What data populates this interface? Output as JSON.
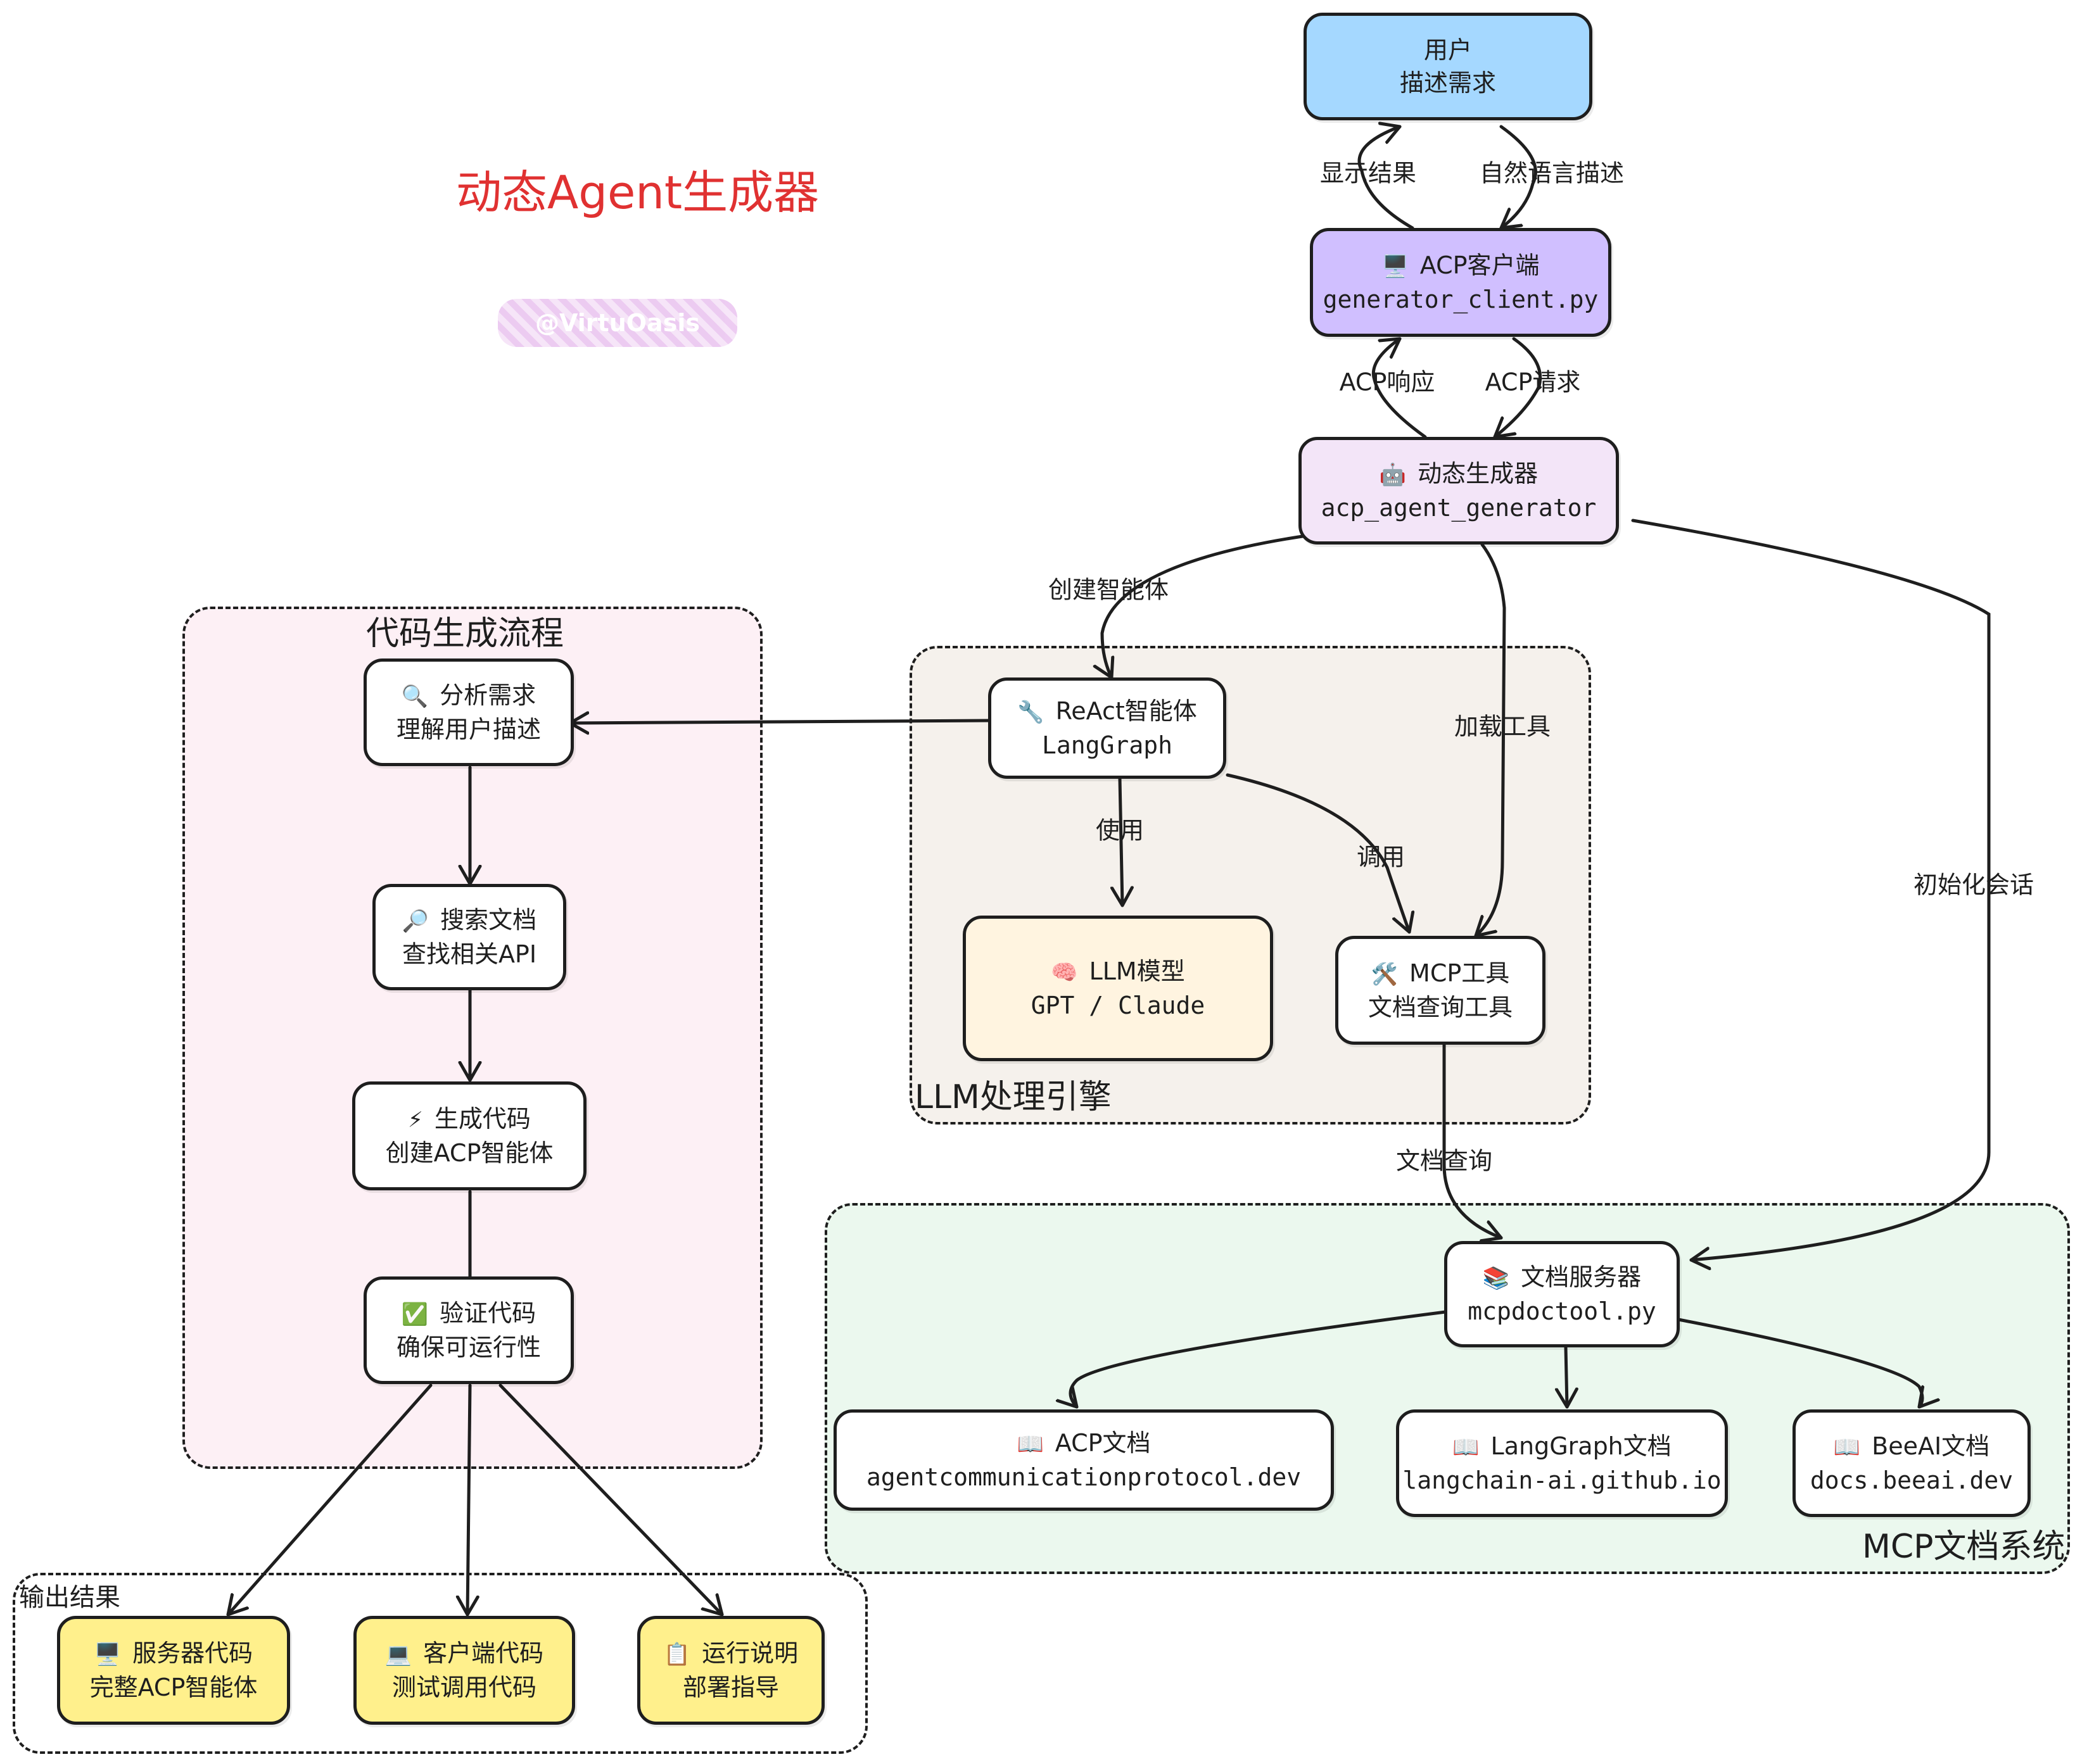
{
  "title": "动态Agent生成器",
  "watermark": "@VirtuOasis",
  "groups": {
    "codegen": "代码生成流程",
    "llm": "LLM处理引擎",
    "mcp": "MCP文档系统",
    "output": "输出结果"
  },
  "nodes": {
    "user": {
      "line1": "用户",
      "line2": "描述需求",
      "fill": "#a5d8ff"
    },
    "client": {
      "icon": "🖥️",
      "line1": "ACP客户端",
      "line2": "generator_client.py",
      "fill": "#d0bfff"
    },
    "generator": {
      "icon": "🤖",
      "line1": "动态生成器",
      "line2": "acp_agent_generator",
      "fill": "#f3e5f8"
    },
    "react": {
      "icon": "🔧",
      "line1": "ReAct智能体",
      "line2": "LangGraph",
      "fill": "#ffffff"
    },
    "llm": {
      "icon": "🧠",
      "line1": "LLM模型",
      "line2": "GPT / Claude",
      "fill": "#fff4e0"
    },
    "mcptool": {
      "icon": "🛠️",
      "line1": "MCP工具",
      "line2": "文档查询工具",
      "fill": "#ffffff"
    },
    "analyze": {
      "icon": "🔍",
      "line1": "分析需求",
      "line2": "理解用户描述",
      "fill": "#ffffff"
    },
    "search": {
      "icon": "🔎",
      "line1": "搜索文档",
      "line2": "查找相关API",
      "fill": "#ffffff"
    },
    "gencode": {
      "icon": "⚡",
      "line1": "生成代码",
      "line2": "创建ACP智能体",
      "fill": "#ffffff"
    },
    "verify": {
      "icon": "✅",
      "line1": "验证代码",
      "line2": "确保可运行性",
      "fill": "#ffffff"
    },
    "docserver": {
      "icon": "📚",
      "line1": "文档服务器",
      "line2": "mcpdoctool.py",
      "fill": "#ffffff"
    },
    "acpdoc": {
      "icon": "📖",
      "line1": "ACP文档",
      "line2": "agentcommunicationprotocol.dev",
      "fill": "#ffffff"
    },
    "lgdoc": {
      "icon": "📖",
      "line1": "LangGraph文档",
      "line2": "langchain-ai.github.io",
      "fill": "#ffffff"
    },
    "beedoc": {
      "icon": "📖",
      "line1": "BeeAI文档",
      "line2": "docs.beeai.dev",
      "fill": "#ffffff"
    },
    "server": {
      "icon": "🖥️",
      "line1": "服务器代码",
      "line2": "完整ACP智能体",
      "fill": "#fff08c"
    },
    "clientcode": {
      "icon": "💻",
      "line1": "客户端代码",
      "line2": "测试调用代码",
      "fill": "#fff08c"
    },
    "readme": {
      "icon": "📋",
      "line1": "运行说明",
      "line2": "部署指导",
      "fill": "#fff08c"
    }
  },
  "edges": {
    "show_result": "显示结果",
    "nl_desc": "自然语言描述",
    "acp_resp": "ACP响应",
    "acp_req": "ACP请求",
    "create_agent": "创建智能体",
    "load_tools": "加载工具",
    "init_session": "初始化会话",
    "use": "使用",
    "invoke": "调用",
    "doc_query": "文档查询"
  },
  "colors": {
    "title": "#e03131",
    "codegen_bg": "#fdf0f5",
    "llm_bg": "#f5f1ec",
    "mcp_bg": "#ebf8ee",
    "stroke": "#1e1e1e"
  }
}
